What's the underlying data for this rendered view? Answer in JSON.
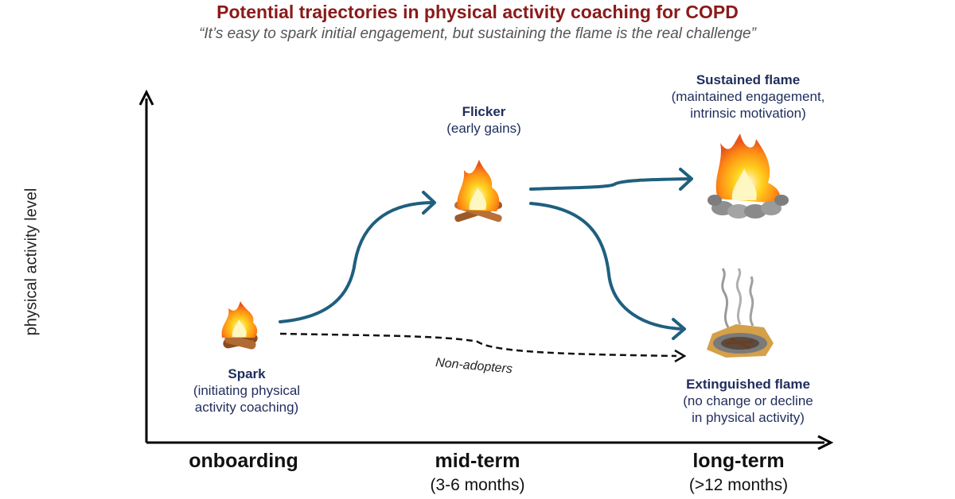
{
  "title": "Potential trajectories in physical activity coaching for COPD",
  "subtitle": "“It’s easy to spark initial engagement, but sustaining the flame is the real challenge”",
  "y_axis_label": "physical activity level",
  "stages": {
    "spark": {
      "heading": "Spark",
      "line1": "(initiating physical",
      "line2": "activity coaching)"
    },
    "flicker": {
      "heading": "Flicker",
      "line1": "(early gains)"
    },
    "sustained": {
      "heading": "Sustained flame",
      "line1": "(maintained engagement,",
      "line2": "intrinsic motivation)"
    },
    "extinguished": {
      "heading": "Extinguished flame",
      "line1": "(no change or decline",
      "line2": "in physical activity)"
    }
  },
  "non_adopters_label": "Non-adopters",
  "phases": [
    {
      "name": "onboarding",
      "detail": ""
    },
    {
      "name": "mid-term",
      "detail": "(3-6 months)"
    },
    {
      "name": "long-term",
      "detail": "(>12 months)"
    }
  ],
  "colors": {
    "title": "#8b1a1a",
    "stage_label": "#1f2d5c",
    "arrow": "#1f5f7f",
    "axis": "#000000"
  },
  "icons": [
    "spark-fire-icon",
    "flicker-fire-icon",
    "sustained-fire-icon",
    "extinguished-fire-icon"
  ]
}
